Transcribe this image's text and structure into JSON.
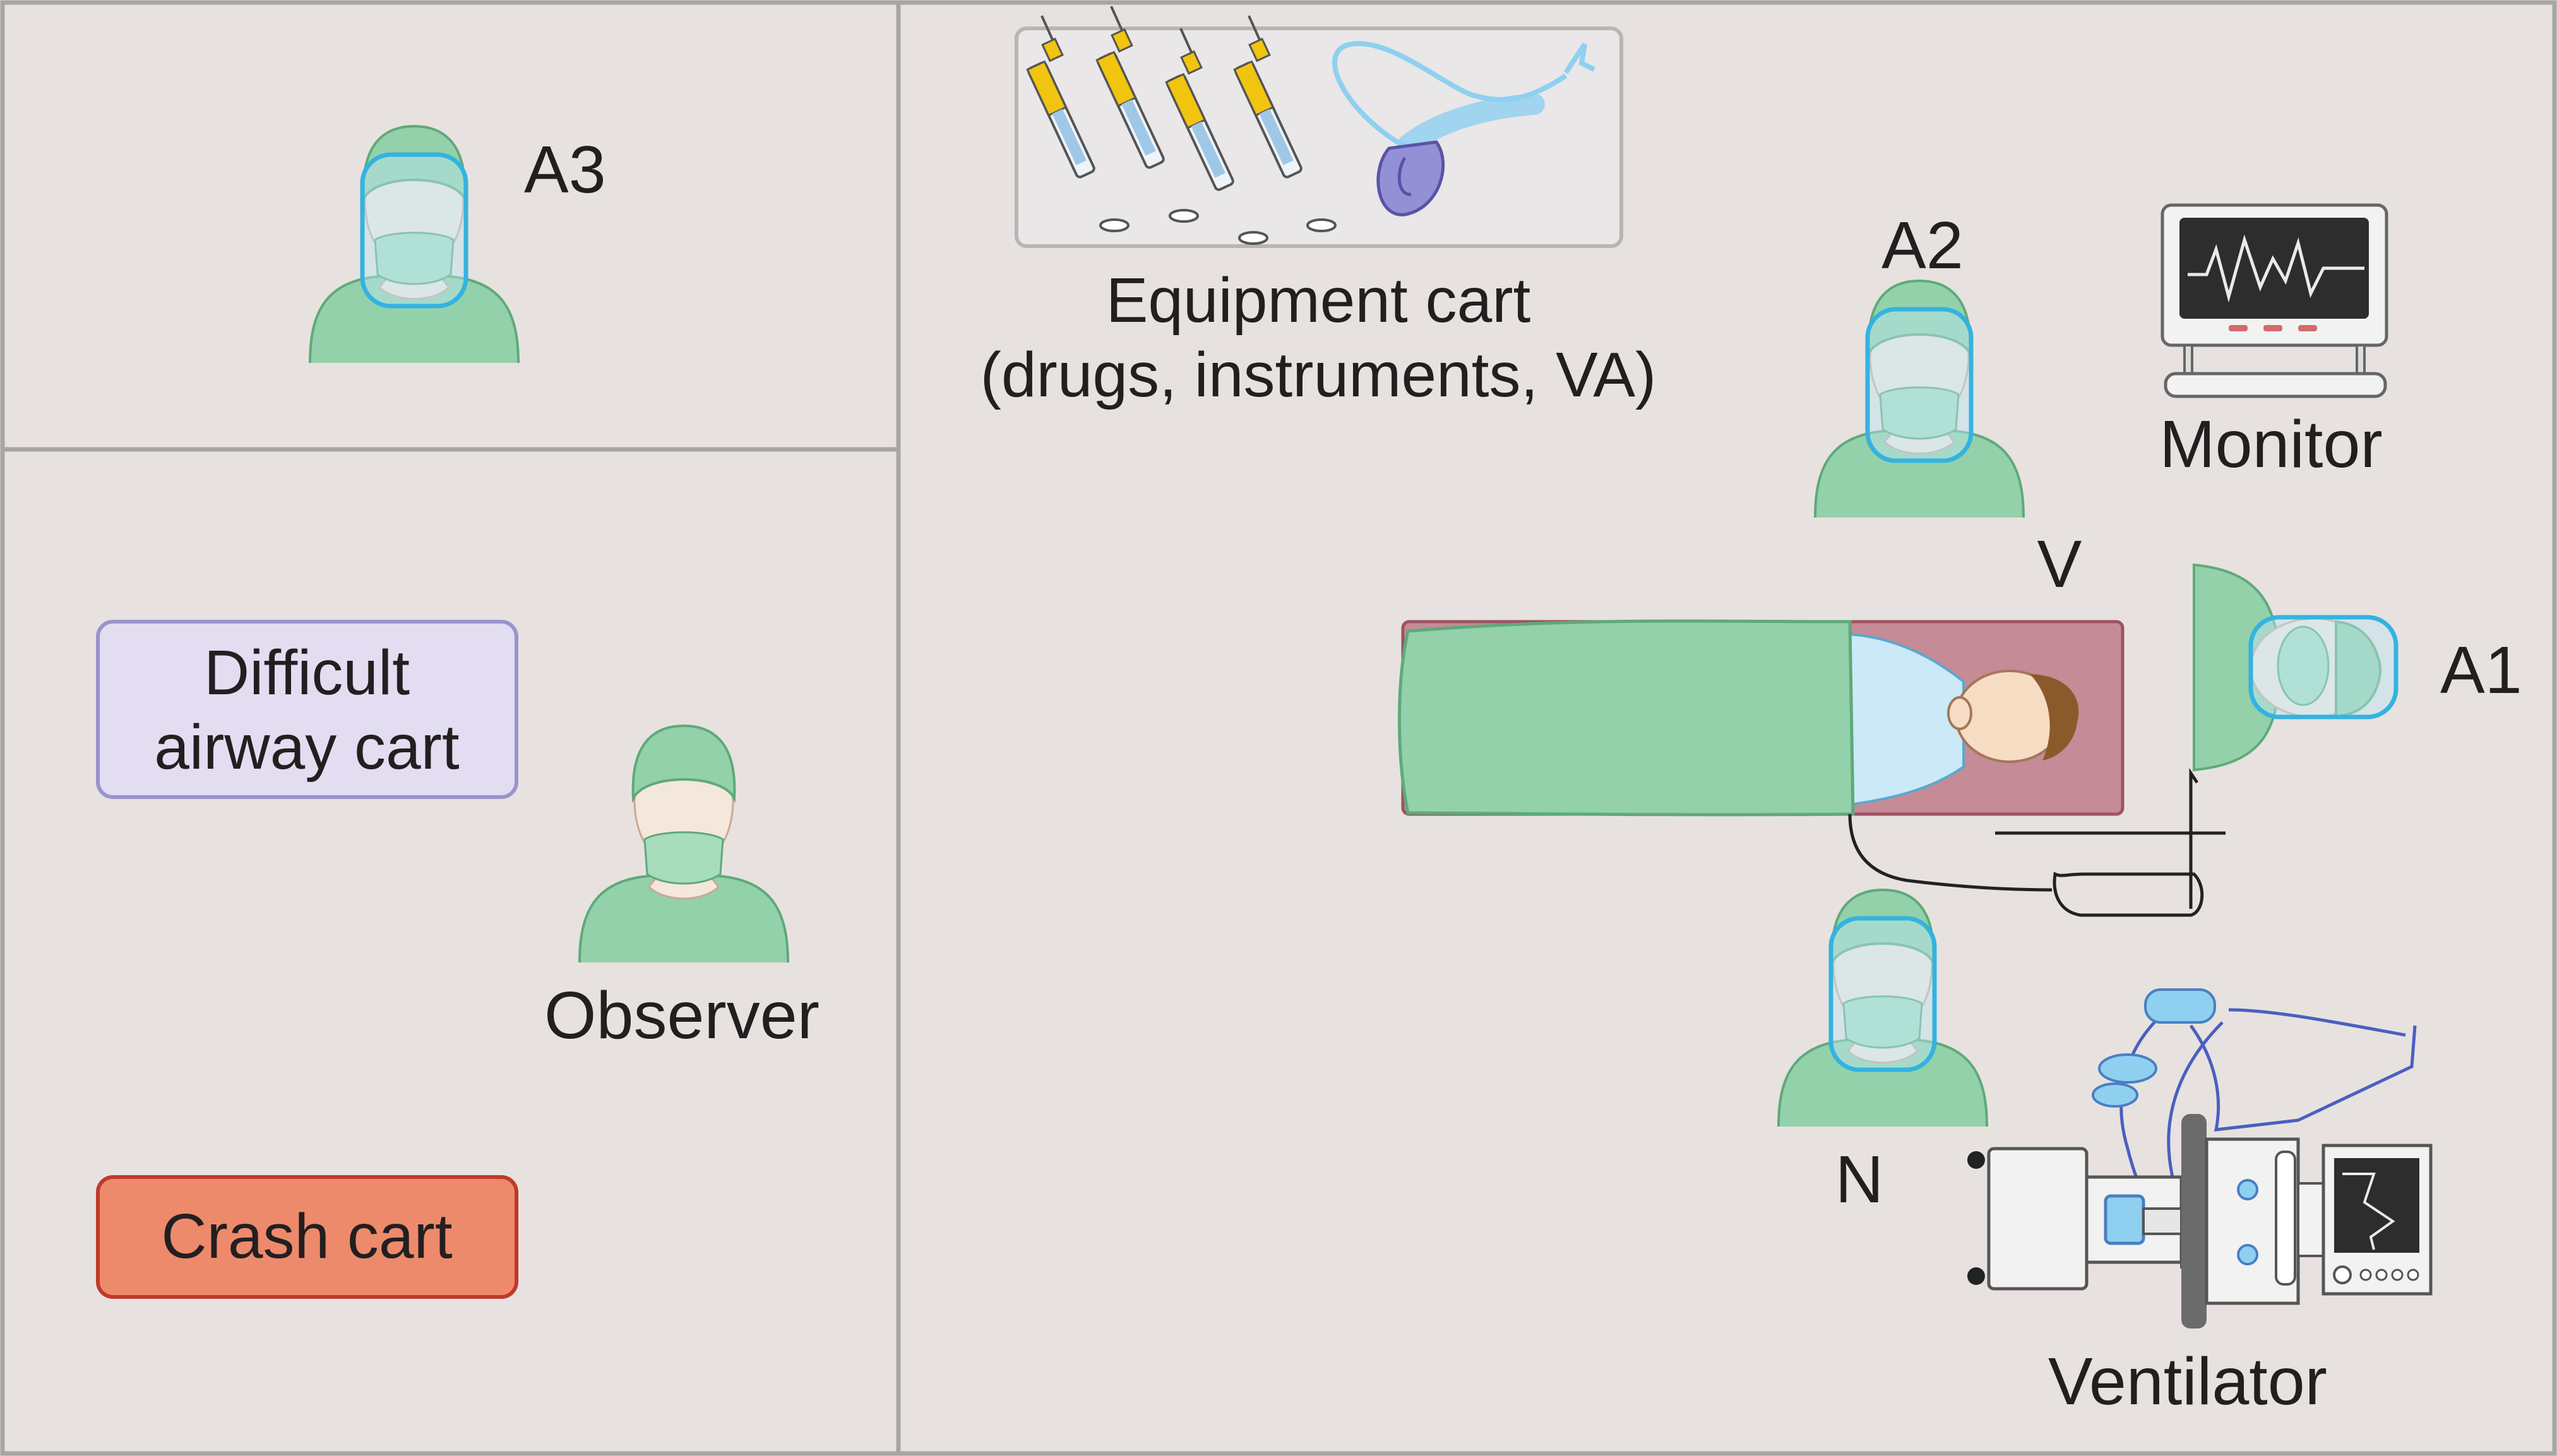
{
  "colors": {
    "background": "#e7e2df",
    "frame": "#a8a5a3",
    "gown": "#93d1aa",
    "gown_edge": "#5fa97a",
    "face_shield": "#34b3e0",
    "skin": "#f4e7dc",
    "difficult_cart_fill": "#e2ddf1",
    "difficult_cart_edge": "#9a94cc",
    "crash_cart_fill": "#ee8a6c",
    "crash_cart_edge": "#c0392b",
    "table": "#c58b96",
    "syringe_yellow": "#f1c40f",
    "tube_blue": "#8fd0f0"
  },
  "labels": {
    "a3": "A3",
    "a2": "A2",
    "a1": "A1",
    "v": "V",
    "n": "N",
    "observer": "Observer",
    "monitor": "Monitor",
    "ventilator": "Ventilator",
    "equipment_cart_line1": "Equipment cart",
    "equipment_cart_line2": "(drugs, instruments, VA)",
    "difficult_airway_line1": "Difficult",
    "difficult_airway_line2": "airway cart",
    "crash_cart": "Crash cart"
  },
  "icons": [
    "person-icon",
    "syringe-icon",
    "airway-device-icon",
    "monitor-icon",
    "ventilator-icon",
    "patient-icon"
  ]
}
